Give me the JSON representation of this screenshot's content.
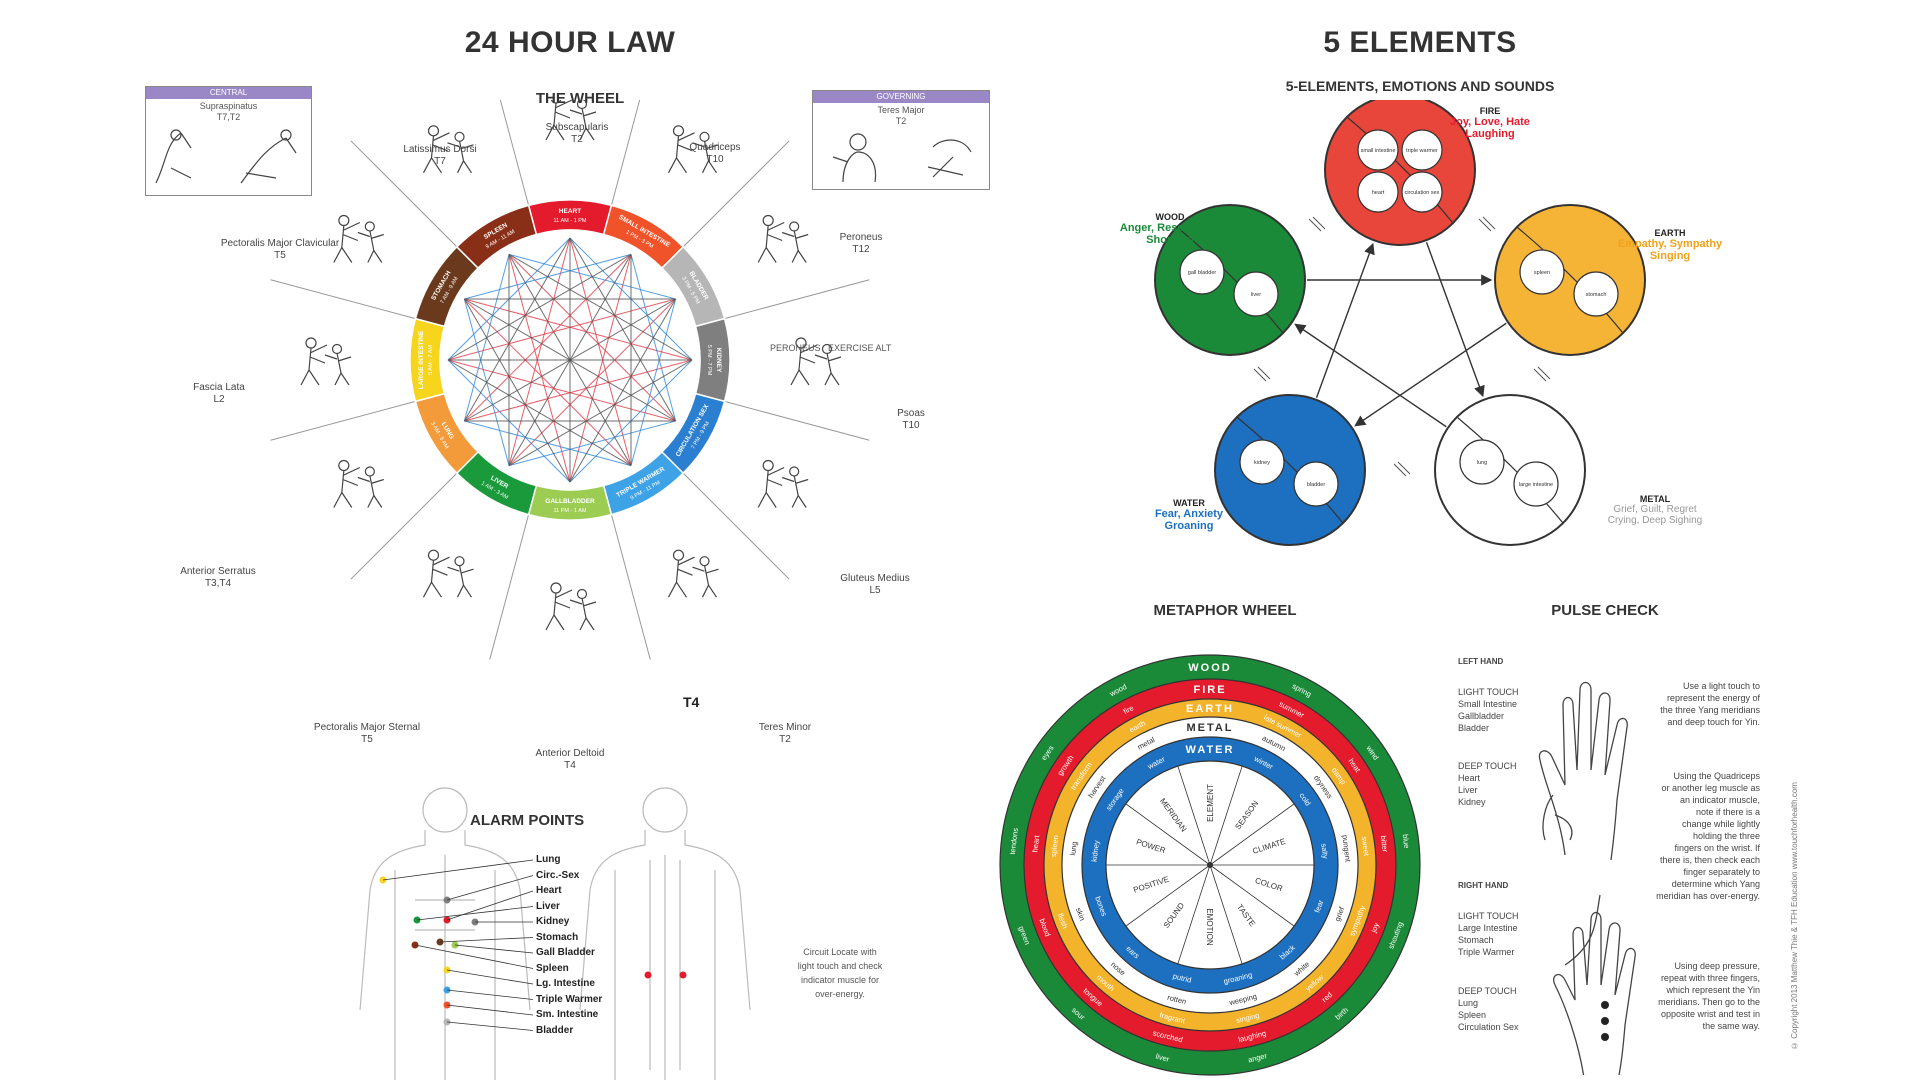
{
  "left": {
    "title": "24 HOUR LAW",
    "wheel_title": "THE WHEEL",
    "insets": [
      {
        "header": "CENTRAL",
        "label": "Supraspinatus\nT7,T2"
      },
      {
        "header": "GOVERNING",
        "label": "Teres Major\nT2"
      }
    ],
    "segments": [
      {
        "label": "HEART",
        "time": "11 AM - 1 PM",
        "color": "#e31b2c"
      },
      {
        "label": "SMALL INTESTINE",
        "time": "1 PM - 3 PM",
        "color": "#f0532a"
      },
      {
        "label": "BLADDER",
        "time": "3 PM - 5 PM",
        "color": "#b6b6b6"
      },
      {
        "label": "KIDNEY",
        "time": "5 PM - 7 PM",
        "color": "#7f7f7f"
      },
      {
        "label": "CIRCULATION SEX",
        "time": "7 PM - 9 PM",
        "color": "#2b7fd0"
      },
      {
        "label": "TRIPLE WARMER",
        "time": "9 PM - 11 PM",
        "color": "#3da2e6"
      },
      {
        "label": "GALLBLADDER",
        "time": "11 PM - 1 AM",
        "color": "#9ccc52"
      },
      {
        "label": "LIVER",
        "time": "1 AM - 3 AM",
        "color": "#1a9a3a"
      },
      {
        "label": "LUNG",
        "time": "3 AM - 5 AM",
        "color": "#f39b3b"
      },
      {
        "label": "LARGE INTESTINE",
        "time": "5 AM - 7 AM",
        "color": "#f7d51d"
      },
      {
        "label": "STOMACH",
        "time": "7 AM - 9 AM",
        "color": "#6b3a1d"
      },
      {
        "label": "SPLEEN",
        "time": "9 AM - 11 AM",
        "color": "#8a2f17"
      }
    ],
    "muscles": [
      {
        "name": "Subscapularis",
        "ref": "T2"
      },
      {
        "name": "Quadriceps",
        "ref": "T10"
      },
      {
        "name": "Peroneus",
        "ref": "T12"
      },
      {
        "name": "Psoas",
        "ref": "T10"
      },
      {
        "name": "Gluteus Medius",
        "ref": "L5"
      },
      {
        "name": "Teres Minor",
        "ref": "T2"
      },
      {
        "name": "Anterior Deltoid",
        "ref": "T4"
      },
      {
        "name": "Pectoralis Major Sternal",
        "ref": "T5"
      },
      {
        "name": "Anterior Serratus",
        "ref": "T3,T4"
      },
      {
        "name": "Fascia Lata",
        "ref": "L2"
      },
      {
        "name": "Pectoralis Major Clavicular",
        "ref": "T5"
      },
      {
        "name": "Latissimus Dorsi",
        "ref": "T7"
      }
    ],
    "peroneus_caption": [
      "PERONEUS",
      "EXERCISE ALT"
    ],
    "teres_minor_mark": "T4",
    "alarm_title": "ALARM POINTS",
    "alarm_points": [
      "Lung",
      "Circ.-Sex",
      "Heart",
      "Liver",
      "Kidney",
      "Stomach",
      "Gall Bladder",
      "Spleen",
      "Lg. Intestine",
      "Triple Warmer",
      "Sm. Intestine",
      "Bladder"
    ],
    "alarm_note": "Circuit Locate with\nlight touch and check\nindicator muscle for\nover-energy."
  },
  "right": {
    "title": "5 ELEMENTS",
    "subtitle": "5-ELEMENTS, EMOTIONS AND SOUNDS",
    "elements": [
      {
        "name": "FIRE",
        "emotions": "Joy, Love, Hate\nLaughing",
        "color": "#e8463a",
        "text_color": "#e31b2c",
        "organs": [
          "small intestine",
          "triple warmer",
          "heart",
          "circulation sex"
        ]
      },
      {
        "name": "EARTH",
        "emotions": "Empathy, Sympathy\nSinging",
        "color": "#f6b437",
        "text_color": "#f0a21a",
        "organs": [
          "spleen",
          "stomach"
        ]
      },
      {
        "name": "METAL",
        "emotions": "Grief, Guilt, Regret\nCrying, Deep Sighing",
        "color": "#ffffff",
        "text_color": "#999999",
        "organs": [
          "lung",
          "large intestine"
        ]
      },
      {
        "name": "WATER",
        "emotions": "Fear, Anxiety\nGroaning",
        "color": "#1d6fc0",
        "text_color": "#1d6fc0",
        "organs": [
          "kidney",
          "bladder"
        ]
      },
      {
        "name": "WOOD",
        "emotions": "Anger, Resentment\nShouting",
        "color": "#1a8a38",
        "text_color": "#1a8a38",
        "organs": [
          "gall bladder",
          "liver"
        ]
      }
    ],
    "metaphor_title": "METAPHOR WHEEL",
    "rings": [
      {
        "name": "WOOD",
        "color": "#1a8a38",
        "words": [
          "spring",
          "wind",
          "blue",
          "shouting",
          "birth",
          "anger",
          "liver",
          "sour",
          "green",
          "tendons",
          "eyes",
          "wood"
        ]
      },
      {
        "name": "FIRE",
        "color": "#e31b2c",
        "words": [
          "summer",
          "heat",
          "bitter",
          "joy",
          "red",
          "laughing",
          "scorched",
          "tongue",
          "blood",
          "heart",
          "growth",
          "fire"
        ]
      },
      {
        "name": "EARTH",
        "color": "#f3b32b",
        "words": [
          "late summer",
          "damp",
          "sweet",
          "sympathy",
          "yellow",
          "singing",
          "fragrant",
          "mouth",
          "flesh",
          "spleen",
          "transform",
          "earth"
        ]
      },
      {
        "name": "METAL",
        "color": "#ffffff",
        "words": [
          "autumn",
          "dryness",
          "pungent",
          "grief",
          "white",
          "weeping",
          "rotten",
          "nose",
          "skin",
          "lung",
          "harvest",
          "metal"
        ]
      },
      {
        "name": "WATER",
        "color": "#1d6fc0",
        "words": [
          "winter",
          "cold",
          "salty",
          "fear",
          "black",
          "groaning",
          "putrid",
          "ears",
          "bones",
          "kidney",
          "storage",
          "water"
        ]
      }
    ],
    "inner_words": [
      "ELEMENT",
      "SEASON",
      "CLIMATE",
      "COLOR",
      "TASTE",
      "EMOTION",
      "SOUND",
      "POSITIVE",
      "POWER",
      "MERIDIAN"
    ],
    "pulse_title": "PULSE CHECK",
    "left_hand": {
      "title": "LEFT HAND",
      "light_touch": "LIGHT TOUCH\nSmall Intestine\nGallbladder\nBladder",
      "deep_touch": "DEEP TOUCH\nHeart\nLiver\nKidney"
    },
    "right_hand": {
      "title": "RIGHT HAND",
      "light_touch": "LIGHT TOUCH\nLarge Intestine\nStomach\nTriple Warmer",
      "deep_touch": "DEEP TOUCH\nLung\nSpleen\nCirculation Sex"
    },
    "pulse_text": [
      "Use a light touch to\nrepresent the energy of\nthe three Yang meridians\nand deep touch for Yin.",
      "Using the Quadriceps\nor another leg muscle as\nan indicator muscle,\nnote if there is a\nchange while lightly\nholding the three\nfingers on the wrist. If\nthere is, then check each\nfinger separately to\ndetermine which Yang\nmeridian has over-energy.",
      "Using deep pressure,\nrepeat with three fingers,\nwhich represent the Yin\nmeridians. Then go to the\nopposite wrist and test in\nthe same way."
    ],
    "copyright": "© Copyright 2013   Matthew Thie & TFH Education   www.touchforhealth.com"
  }
}
